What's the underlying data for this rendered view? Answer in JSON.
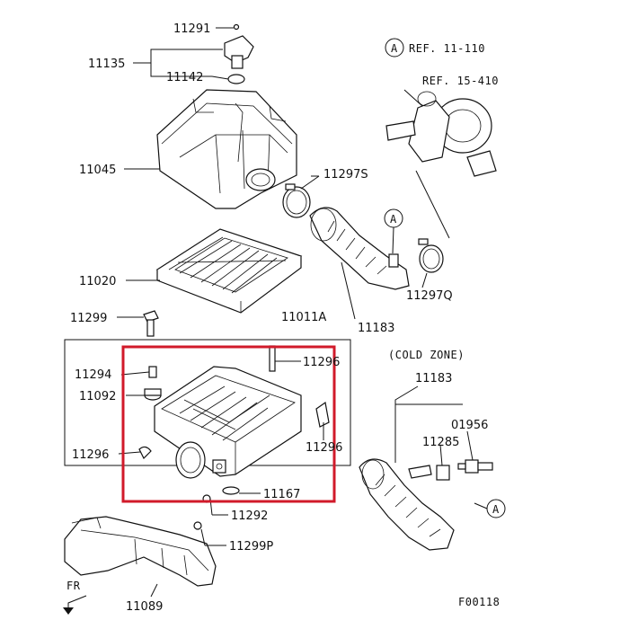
{
  "accent_color": "#d11a2a",
  "labels": {
    "p11291": "11291",
    "p11135": "11135",
    "p11142": "11142",
    "p11045": "11045",
    "p11297s": "11297S",
    "p11020": "11020",
    "p11299": "11299",
    "p11011a": "11011A",
    "p11294": "11294",
    "p11296a": "11296",
    "p11092": "11092",
    "p11296b": "11296",
    "p11296c": "11296",
    "p11167": "11167",
    "p11292": "11292",
    "p11299p": "11299P",
    "p11089": "11089",
    "p11183a": "11183",
    "p11297q": "11297Q",
    "p11183b": "11183",
    "p01956": "01956",
    "p11285": "11285"
  },
  "refs": {
    "ref_a1": "REF. 11-110",
    "ref_a2": "REF. 15-410",
    "cold_zone": "(COLD ZONE)",
    "circle_a": "A",
    "fr": "FR",
    "fig_code": "F00118"
  }
}
